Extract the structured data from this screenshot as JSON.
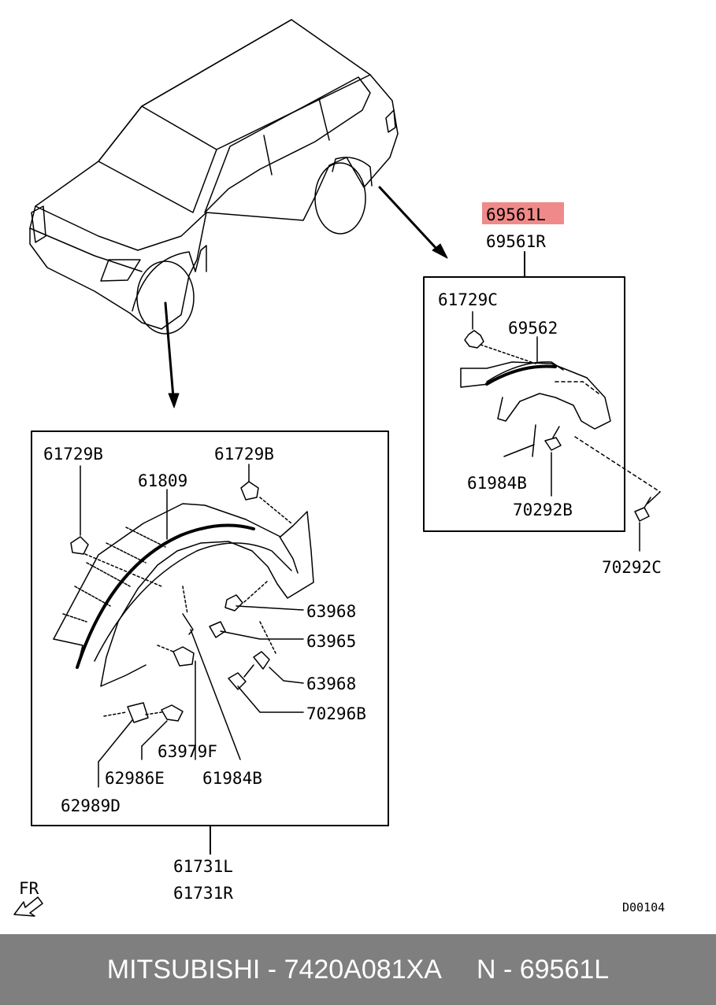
{
  "diagram": {
    "highlight_color": "#f08a8a",
    "upper_assembly": {
      "part_numbers": [
        "69561L",
        "69561R"
      ],
      "highlighted": "69561L",
      "parts": {
        "clip_top": "61729C",
        "liner": "69562",
        "pin": "61984B",
        "screw_inner": "70292B",
        "screw_outer": "70292C"
      }
    },
    "lower_assembly": {
      "part_numbers": [
        "61731L",
        "61731R"
      ],
      "parts": {
        "clip_left": "61729B",
        "clip_right": "61729B",
        "moulding": "61809",
        "nut_a": "63968",
        "bolt": "63965",
        "nut_b": "63968",
        "screw": "70296B",
        "grommet": "63979F",
        "pin": "61984B",
        "rivet": "62986E",
        "nut_clip": "62989D"
      }
    },
    "direction": "FR",
    "diagram_code": "D00104"
  },
  "footer": {
    "brand_part": "MITSUBISHI - 7420A081XA",
    "ref": "N - 69561L"
  }
}
